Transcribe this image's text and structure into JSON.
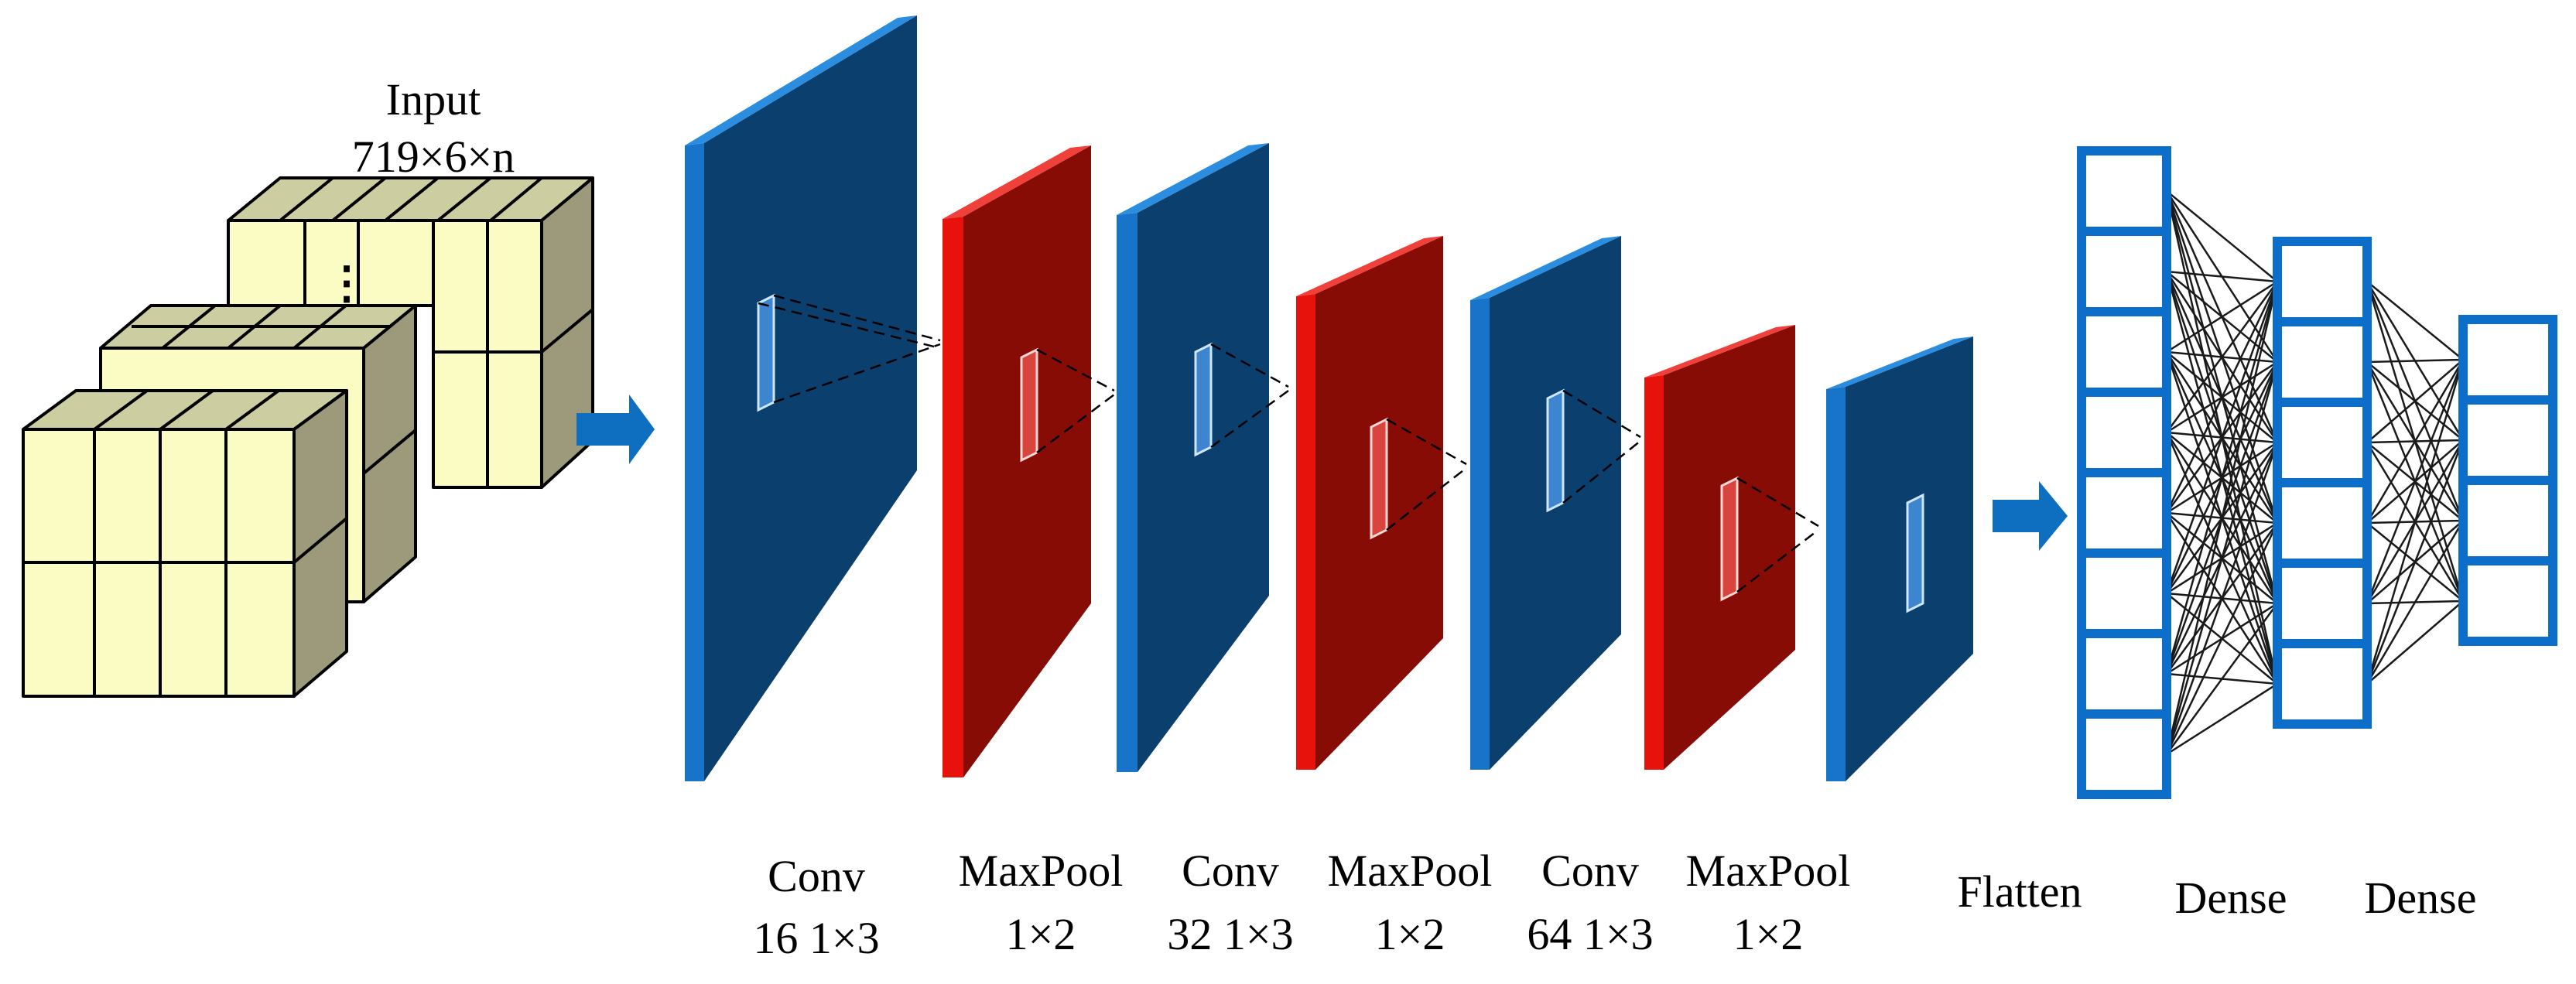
{
  "input_label": {
    "line1": "Input",
    "line2": "719×6×n",
    "ellipsis": "⋮"
  },
  "layers": [
    {
      "id": "conv1",
      "type": "Conv",
      "line1": "Conv",
      "line2": "16 1×3"
    },
    {
      "id": "pool1",
      "type": "MaxPool",
      "line1": "MaxPool",
      "line2": "1×2"
    },
    {
      "id": "conv2",
      "type": "Conv",
      "line1": "Conv",
      "line2": "32 1×3"
    },
    {
      "id": "pool2",
      "type": "MaxPool",
      "line1": "MaxPool",
      "line2": "1×2"
    },
    {
      "id": "conv3",
      "type": "Conv",
      "line1": "Conv",
      "line2": "64 1×3"
    },
    {
      "id": "pool3",
      "type": "MaxPool",
      "line1": "MaxPool",
      "line2": "1×2"
    }
  ],
  "flatten_label": "Flatten",
  "dense_labels": [
    "Dense",
    "Dense"
  ],
  "dense_columns": [
    {
      "name": "flatten",
      "units": 8
    },
    {
      "name": "dense1",
      "units": 6
    },
    {
      "name": "dense2",
      "units": 4
    }
  ],
  "colors": {
    "conv_face": "#0b3f6e",
    "conv_edge": "#1874c8",
    "pool_face": "#870c06",
    "pool_edge": "#e8120c",
    "neuron_stroke": "#0d6ec9",
    "arrow": "#0e6fc0",
    "cube_face": "#fbfbc4",
    "cube_top": "#cdcda2",
    "cube_side": "#9c9a7a"
  }
}
